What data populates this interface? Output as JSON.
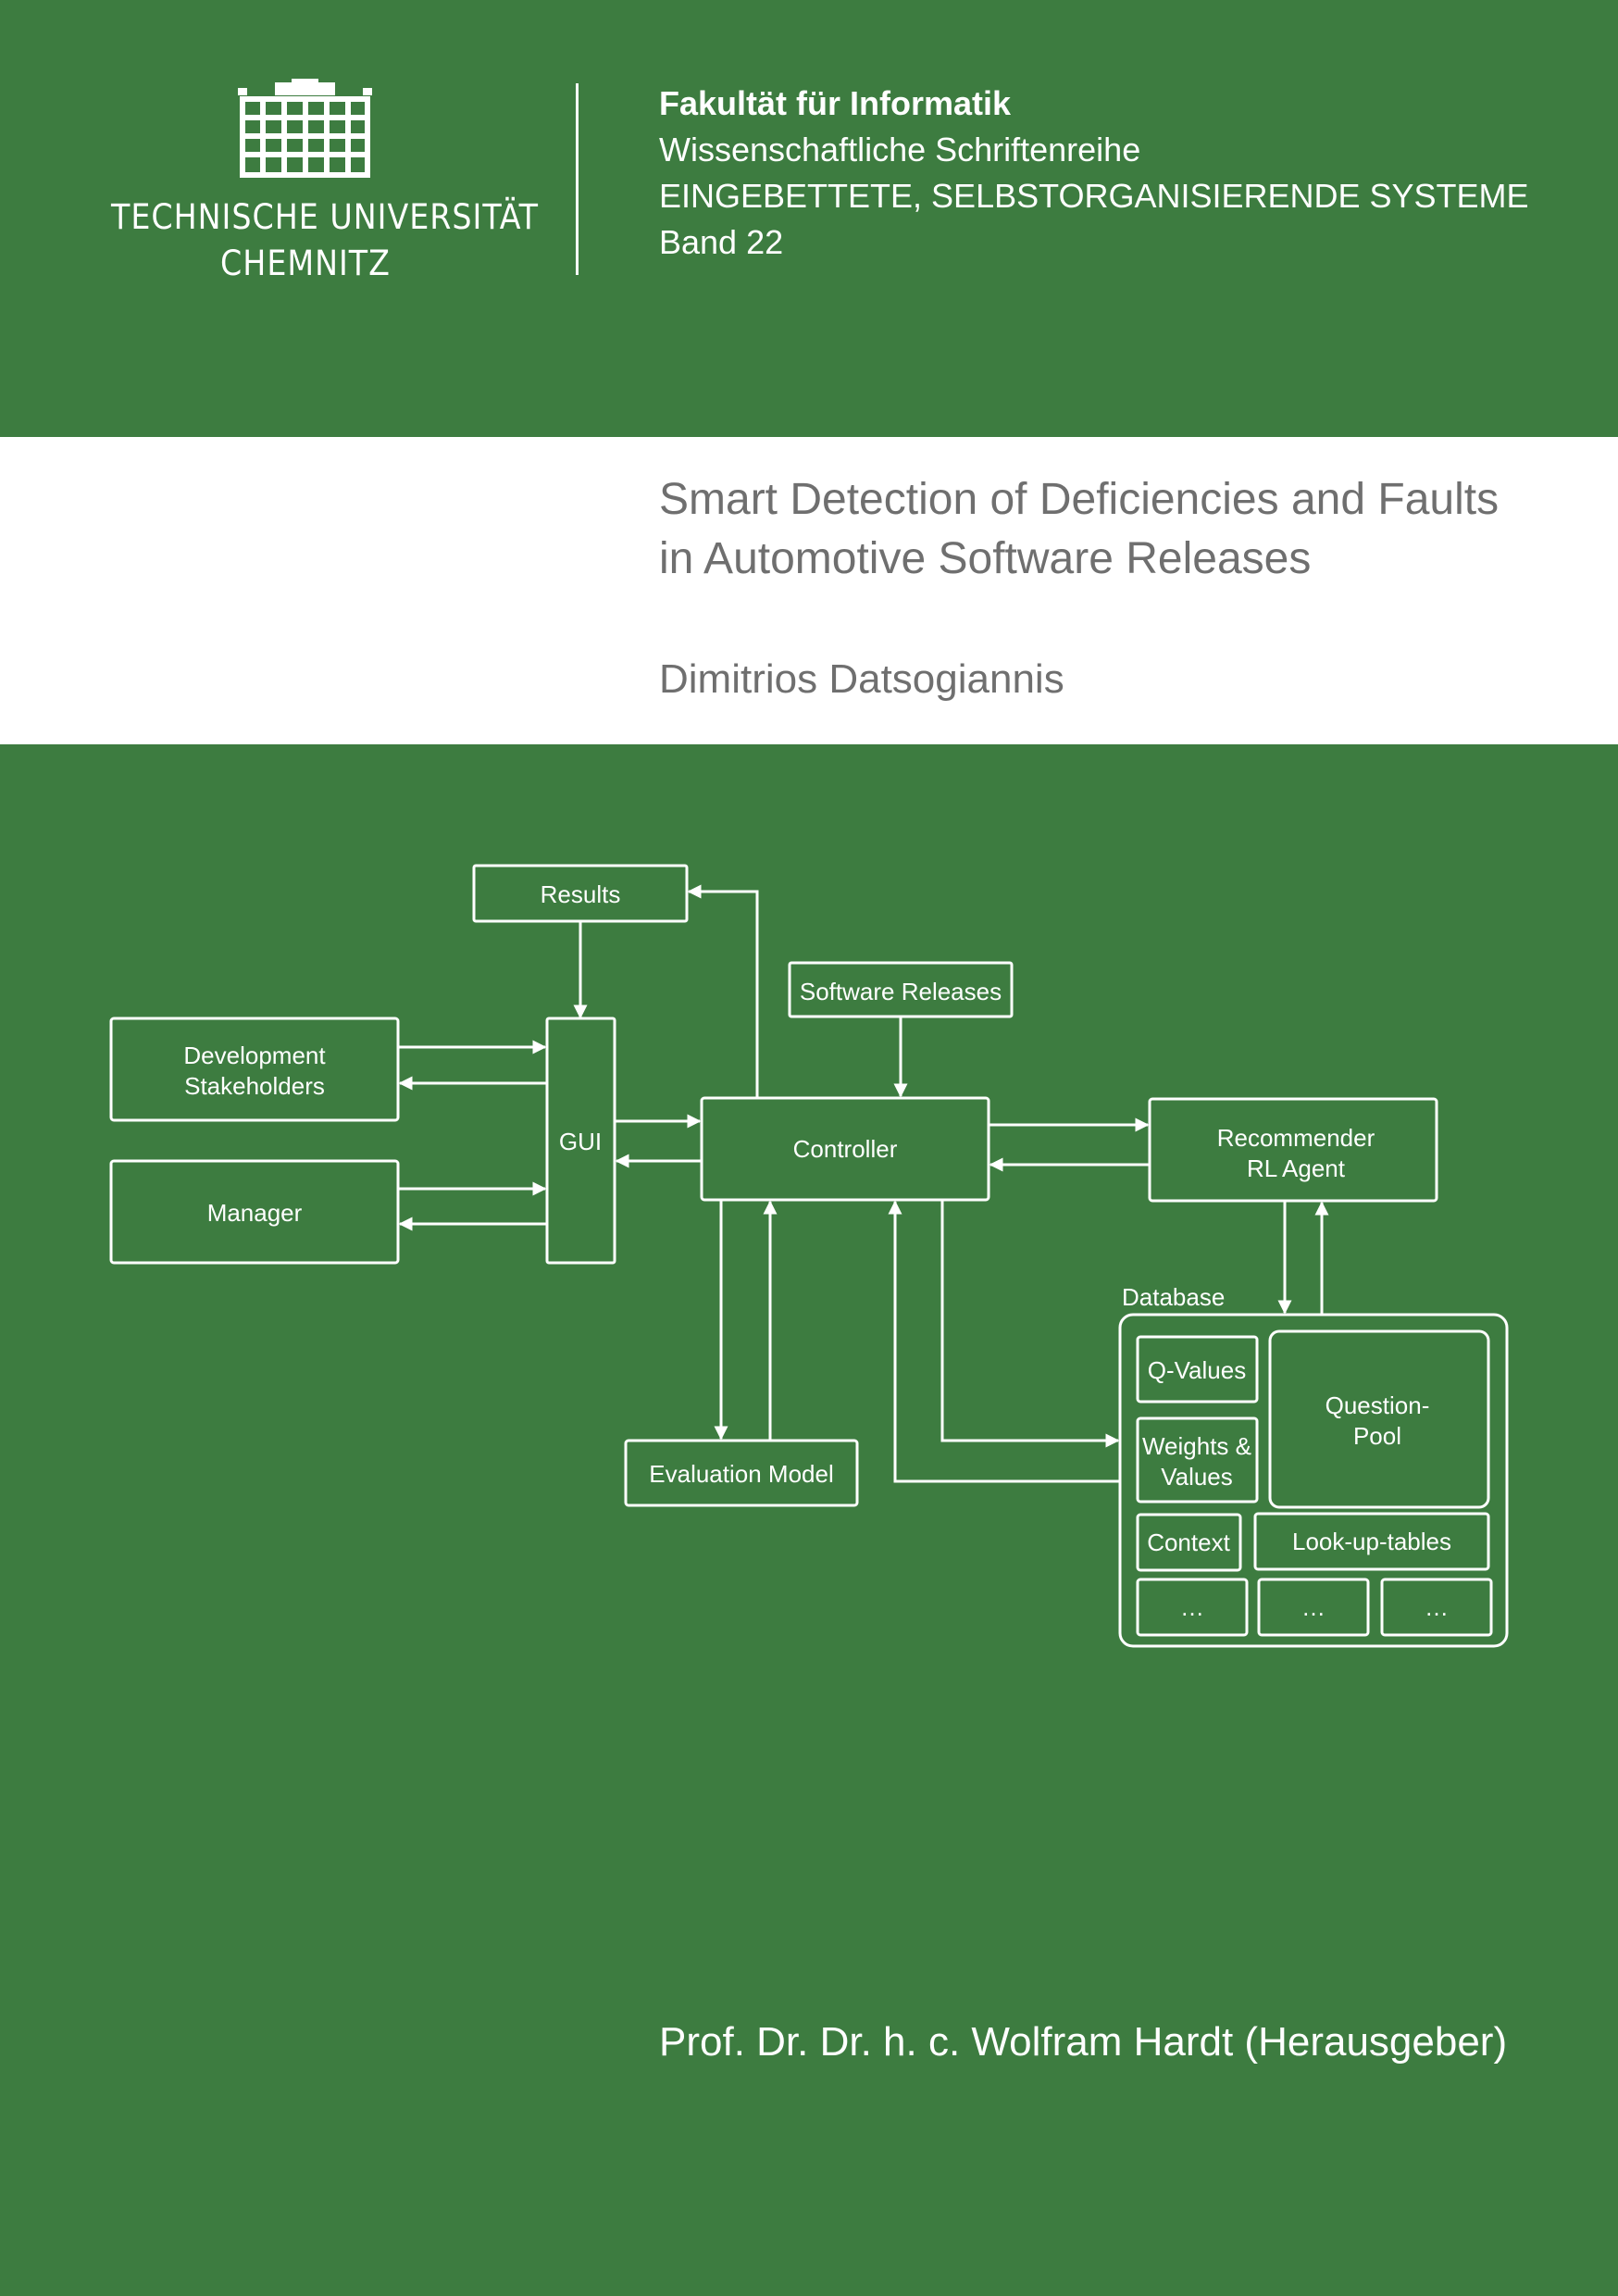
{
  "colors": {
    "green": "#3d7c40",
    "white": "#ffffff",
    "title_gray": "#6f6f6f"
  },
  "logo": {
    "icon": "tu-chemnitz-building-icon",
    "line1": "TECHNISCHE UNIVERSITÄT",
    "line2": "CHEMNITZ"
  },
  "series": {
    "faculty": "Fakultät für Informatik",
    "series_name": "Wissenschaftliche Schriftenreihe",
    "subseries": "EINGEBETTETE, SELBSTORGANISIERENDE SYSTEME",
    "volume": "Band 22"
  },
  "book": {
    "title_line1": "Smart Detection of Deficiencies and Faults",
    "title_line2": "in Automotive Software Releases",
    "author": "Dimitrios Datsogiannis"
  },
  "diagram": {
    "results": "Results",
    "software_releases": "Software Releases",
    "dev_line1": "Development",
    "dev_line2": "Stakeholders",
    "manager": "Manager",
    "gui": "GUI",
    "controller": "Controller",
    "rec_line1": "Recommender",
    "rec_line2": "RL Agent",
    "evaluation_model": "Evaluation Model",
    "database": "Database",
    "q_values": "Q-Values",
    "weights_line1": "Weights &",
    "weights_line2": "Values",
    "qpool_line1": "Question-",
    "qpool_line2": "Pool",
    "context": "Context",
    "lookup_tables": "Look-up-tables",
    "ellipsis": "…"
  },
  "editor": "Prof. Dr. Dr. h. c. Wolfram Hardt (Herausgeber)"
}
